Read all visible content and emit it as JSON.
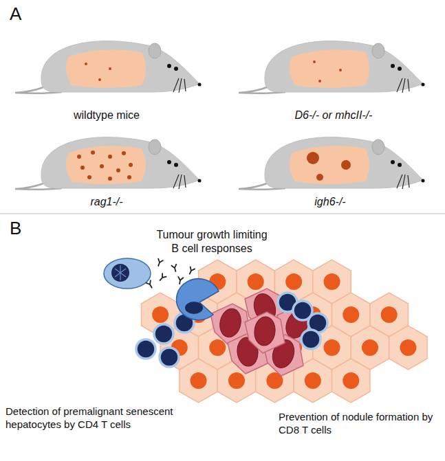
{
  "diagram": {
    "labels": [
      "A",
      "wildtype mice",
      "D6-/- or mhcII-/-",
      "rag1-/-",
      "igh6-/-",
      "B",
      "Tumour growth limiting B cell responses",
      "Detection of premalignant senescent hepatocytes by CD4 T cells",
      "Prevention of nodule formation by CD8 T cells"
    ]
  }
}
